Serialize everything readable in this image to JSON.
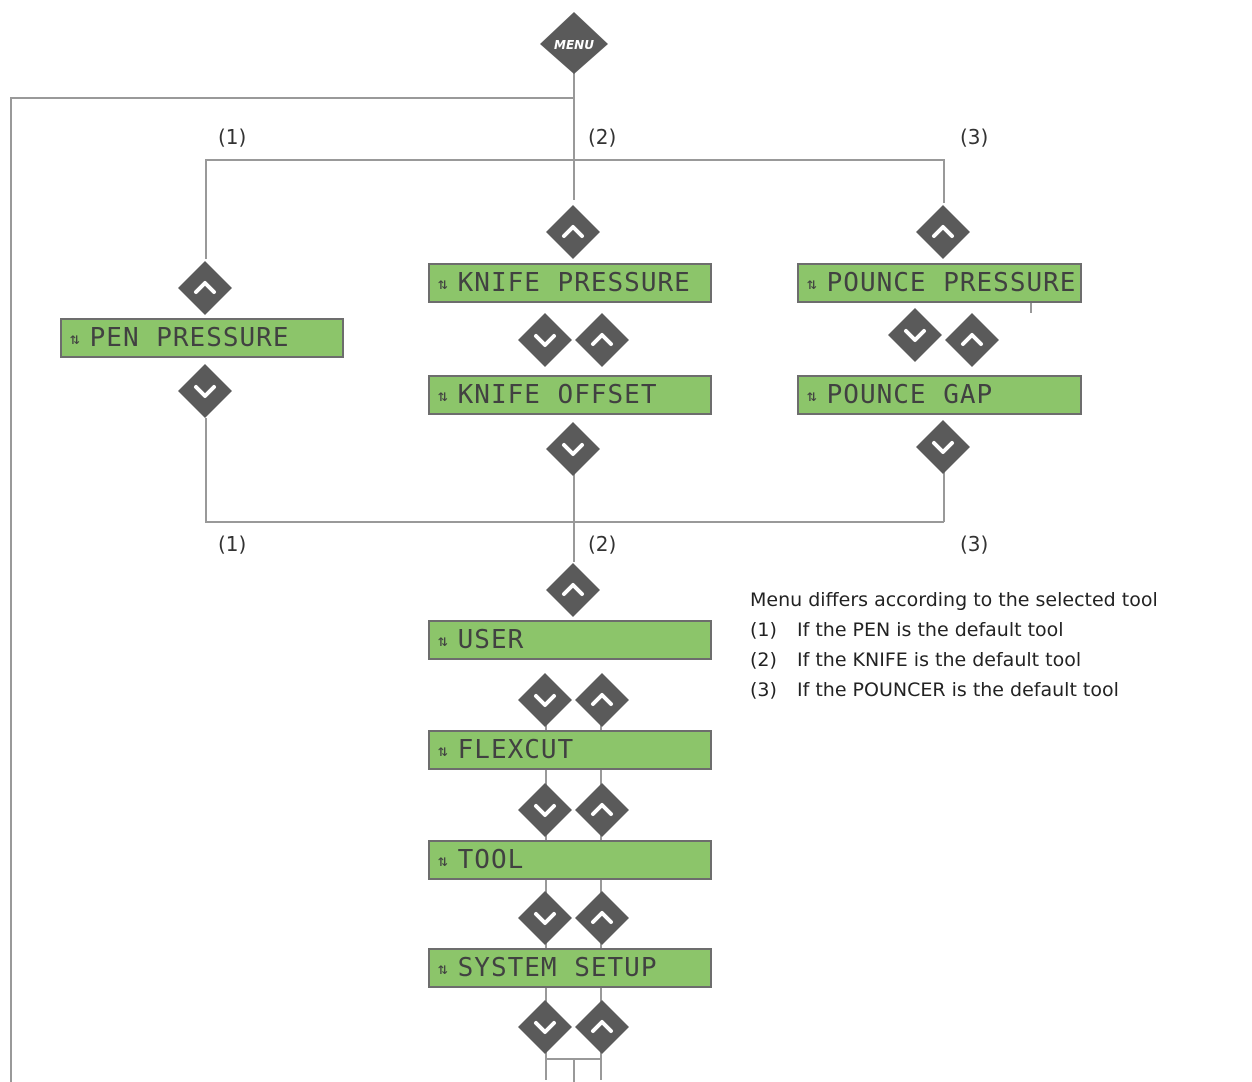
{
  "menu_button": {
    "label": "MENU"
  },
  "branch_labels_top": [
    "(1)",
    "(2)",
    "(3)"
  ],
  "branch_labels_bottom": [
    "(1)",
    "(2)",
    "(3)"
  ],
  "tool_menus": {
    "pen": [
      "PEN PRESSURE"
    ],
    "knife": [
      "KNIFE PRESSURE",
      "KNIFE OFFSET"
    ],
    "pouncer": [
      "POUNCE PRESSURE",
      "POUNCE GAP"
    ]
  },
  "common_menu": [
    "USER",
    "FLEXCUT",
    "TOOL",
    "SYSTEM SETUP"
  ],
  "lcd_scroll_icon": "up-down-arrows-icon",
  "nav_icons": {
    "up": "chevron-up-icon",
    "down": "chevron-down-icon"
  },
  "note": {
    "intro": "Menu differs according to the selected tool",
    "items": [
      {
        "num": "(1)",
        "text": "If the PEN is the default tool"
      },
      {
        "num": "(2)",
        "text": "If the KNIFE is the default tool"
      },
      {
        "num": "(3)",
        "text": "If the POUNCER is the default tool"
      }
    ]
  },
  "colors": {
    "lcd": "#8cc56a",
    "button": "#5a5a5a",
    "lines": "#999999"
  }
}
